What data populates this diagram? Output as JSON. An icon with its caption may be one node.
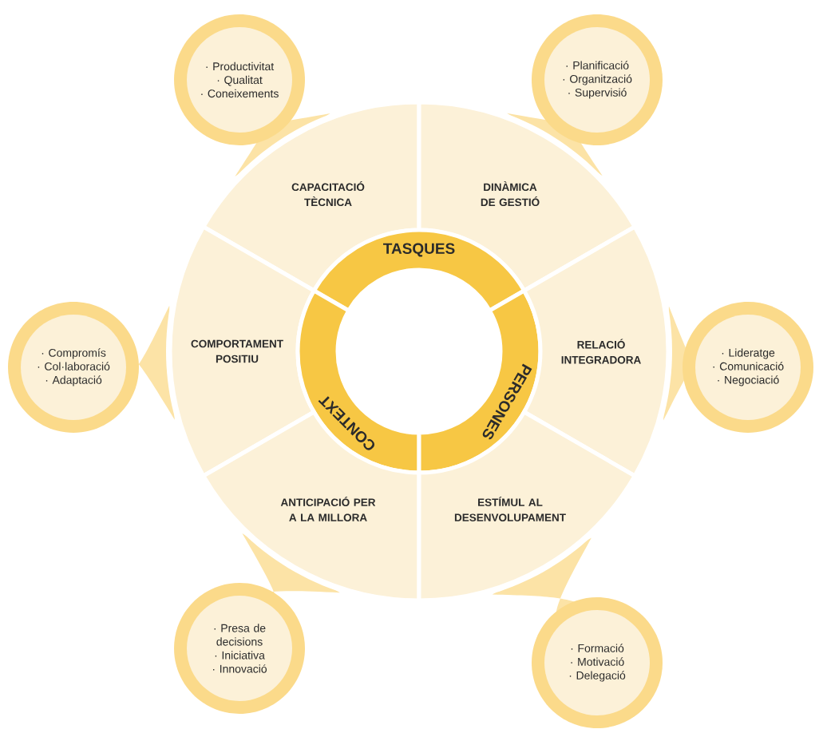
{
  "diagram": {
    "nodes": [
      {
        "text": [
          "· Productivitat",
          "· Qualitat",
          "· Coneixements"
        ]
      },
      {
        "text": [
          "· Planificació",
          "· Organització",
          "· Supervisió"
        ]
      },
      {
        "text": [
          "CAPACITACIÓ TÈCNICA"
        ]
      },
      {
        "text": [
          "DINÀMICA DE GESTIÓ"
        ]
      },
      {
        "text": [
          "TASQUES"
        ]
      },
      {
        "text": [
          "· Compromís",
          "· Col·laboració",
          "· Adaptació"
        ]
      },
      {
        "text": [
          "COMPORTAMENT POSITIU"
        ]
      },
      {
        "text": [
          "CONTEXT"
        ]
      },
      {
        "text": [
          "PERSONES"
        ]
      },
      {
        "text": [
          "RELACIÓ INTEGRADORA"
        ]
      },
      {
        "text": [
          "· Lideratge",
          "· Comunicació",
          "· Negociació"
        ]
      },
      {
        "text": [
          "ANTICIPACIÓ PER A LA MILLORA"
        ]
      },
      {
        "text": [
          "ESTÍMUL AL DESENVOLUPAMENT"
        ]
      },
      {
        "text": [
          "· Presa de decisions",
          "· Iniciativa",
          "· Innovació"
        ]
      },
      {
        "text": [
          "· Formació",
          "· Motivació",
          "· Delegació"
        ]
      }
    ]
  }
}
